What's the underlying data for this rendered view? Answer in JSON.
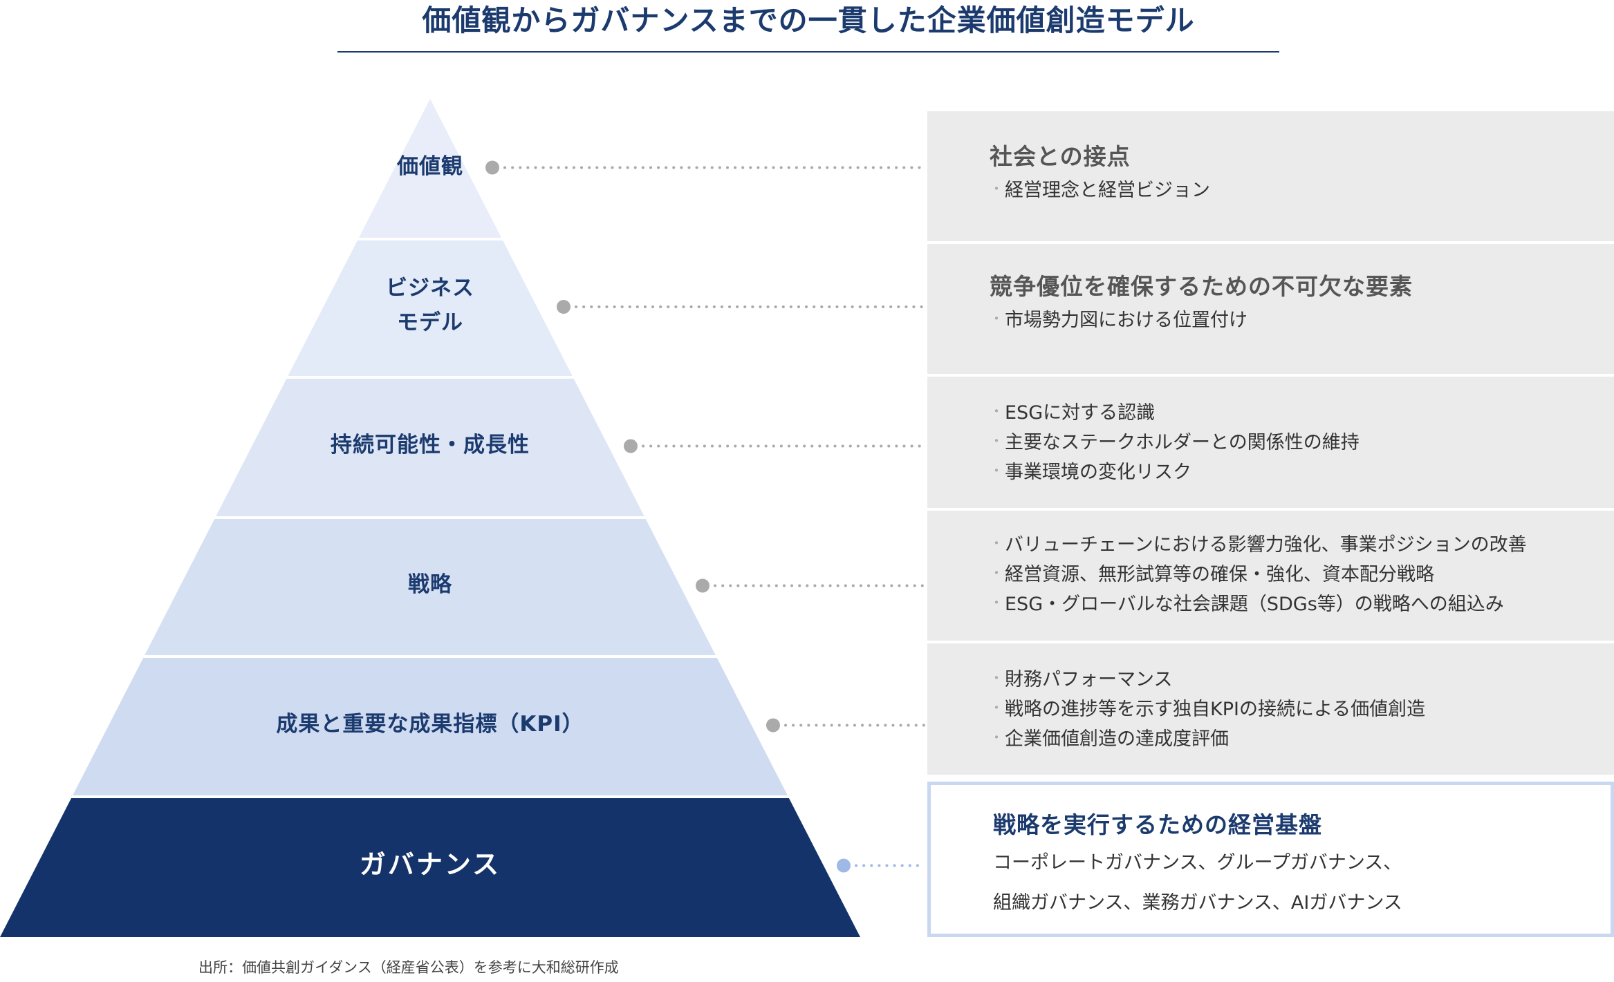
{
  "title": "価値観からガバナンスまでの一貫した企業価値創造モデル",
  "colors": {
    "title": "#1b3a6e",
    "layer_text": "#1b3a6e",
    "governance_fill": "#14336a",
    "panel_bg": "#ebebeb",
    "dot": "#aaaaaa",
    "governance_dot": "#9fb9e6"
  },
  "layers": [
    {
      "label_lines": [
        "価値観"
      ],
      "fill": "#e8edf9"
    },
    {
      "label_lines": [
        "ビジネス",
        "モデル"
      ],
      "fill": "#e3eaf8"
    },
    {
      "label_lines": [
        "持続可能性・成長性"
      ],
      "fill": "#dee6f6"
    },
    {
      "label_lines": [
        "戦略"
      ],
      "fill": "#d6e0f3"
    },
    {
      "label_lines": [
        "成果と重要な成果指標（KPI）"
      ],
      "fill": "#cfdbf1"
    },
    {
      "label_lines": [
        "ガバナンス"
      ],
      "fill": "#14336a"
    }
  ],
  "panels": [
    {
      "heading": "社会との接点",
      "bullets": [
        "経営理念と経営ビジョン"
      ]
    },
    {
      "heading": "競争優位を確保するための不可欠な要素",
      "bullets": [
        "市場勢力図における位置付け"
      ]
    },
    {
      "heading": "",
      "bullets": [
        "ESGに対する認識",
        "主要なステークホルダーとの関係性の維持",
        "事業環境の変化リスク"
      ]
    },
    {
      "heading": "",
      "bullets": [
        "バリューチェーンにおける影響力強化、事業ポジションの改善",
        "経営資源、無形試算等の確保・強化、資本配分戦略",
        "ESG・グローバルな社会課題（SDGs等）の戦略への組込み"
      ]
    },
    {
      "heading": "",
      "bullets": [
        "財務パフォーマンス",
        "戦略の進捗等を示す独自KPIの接続による価値創造",
        "企業価値創造の達成度評価"
      ]
    },
    {
      "heading": "戦略を実行するための経営基盤",
      "lines": [
        "コーポレートガバナンス、グループガバナンス、",
        "組織ガバナンス、業務ガバナンス、AIガバナンス"
      ]
    }
  ],
  "source": "出所：価値共創ガイダンス（経産省公表）を参考に大和総研作成"
}
